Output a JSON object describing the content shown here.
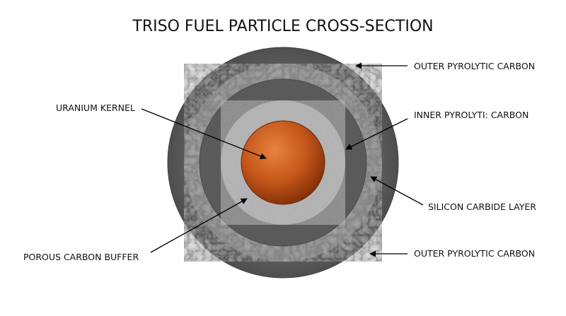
{
  "title": "TRISO FUEL PARTICLE CROSS-SECTION",
  "colors": {
    "background": "#ffffff",
    "pyrolytic_carbon": "#5a5a5a",
    "silicon_carbide": "#b4b4b4",
    "porous_buffer": "#c8c8c8",
    "kernel_light": "#e07a3a",
    "kernel_dark": "#8a3208",
    "text": "#111111"
  },
  "labels": {
    "outer_pyrolytic_top": "OUTER PYROLYTIC CARBON",
    "inner_pyrolytic": "INNER PYROLYTI: CARBON",
    "silicon_carbide": "SILICON CARBIDE LAYER",
    "outer_pyrolytic_bottom": "OUTER PYROLYTIC CARBON",
    "uranium_kernel": "URANIUM KERNEL",
    "porous_buffer": "POROUS CARBON BUFFER"
  }
}
